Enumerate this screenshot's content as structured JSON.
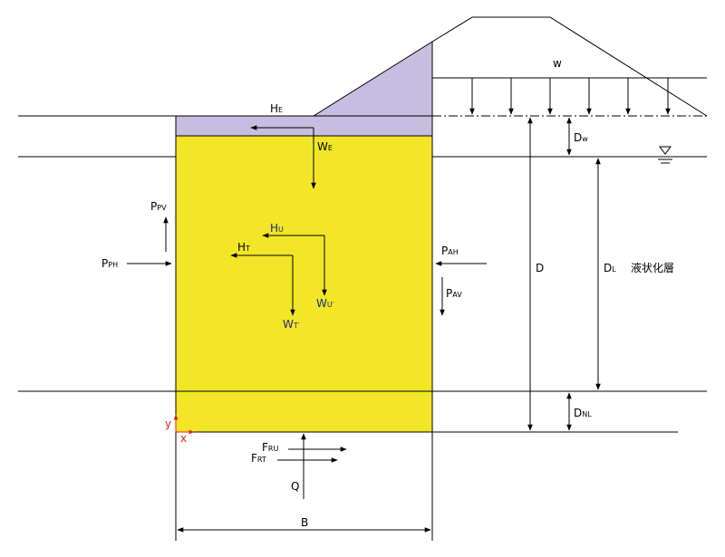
{
  "colors": {
    "soil_fill": "#f2e626",
    "embankment_fill": "#c6bde0",
    "line": "#000000",
    "red_axis": "#e0201c",
    "blue_label": "#1f2a7a"
  },
  "labels": {
    "w": "w",
    "he_main": "H",
    "he_sub": "E",
    "we_main": "W",
    "we_sub": "E",
    "dw_main": "D",
    "dw_sub": "w",
    "ppv_main": "P",
    "ppv_sub": "PV",
    "pph_main": "P",
    "pph_sub": "PH",
    "hu_main": "H",
    "hu_sub": "U",
    "ht_main": "H",
    "ht_sub": "T",
    "wu_main": "W",
    "wu_sub": "U′",
    "wt_main": "W",
    "wt_sub": "T′",
    "pah_main": "P",
    "pah_sub": "AH",
    "pav_main": "P",
    "pav_sub": "AV",
    "d": "D",
    "dl_main": "D",
    "dl_sub": "L",
    "liquefaction": "液状化層",
    "dnl_main": "D",
    "dnl_sub": "NL",
    "y_axis": "y",
    "x_axis": "x",
    "fru_main": "F",
    "fru_sub": "RU",
    "frt_main": "F",
    "frt_sub": "RT",
    "q": "Q",
    "b": "B"
  }
}
